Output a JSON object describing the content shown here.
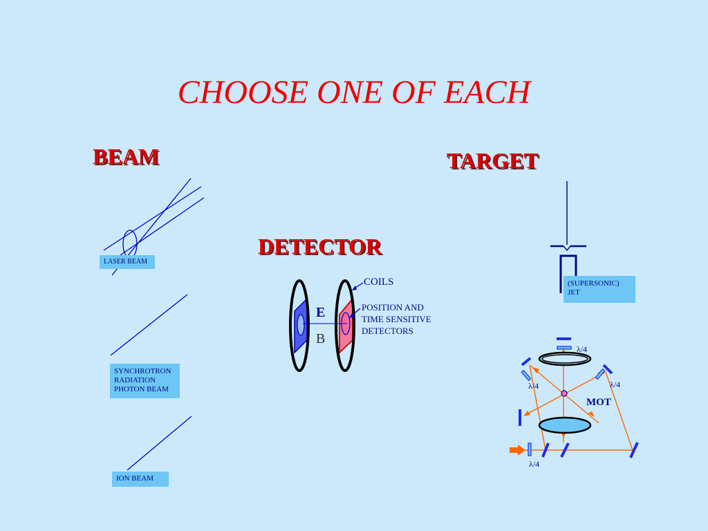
{
  "title": "CHOOSE ONE OF EACH",
  "sections": {
    "beam": "BEAM",
    "target": "TARGET",
    "detector": "DETECTOR"
  },
  "beam": {
    "laser": "LASER BEAM",
    "synchrotron": [
      "SYNCHROTRON",
      "RADIATION",
      "PHOTON BEAM"
    ],
    "ion": "ION BEAM"
  },
  "detector": {
    "coils": "COILS",
    "psd": [
      "POSITION AND",
      "TIME SENSITIVE",
      "DETECTORS"
    ],
    "e_label": "E",
    "b_label": "B"
  },
  "target": {
    "jet": [
      "(SUPERSONIC)",
      "JET"
    ],
    "mot": "MOT",
    "wave_plate": "λ/4"
  },
  "colors": {
    "title": "#ee0000",
    "line": "#0000cc",
    "box": "#6ec6f4",
    "laser": "#ff6600"
  }
}
